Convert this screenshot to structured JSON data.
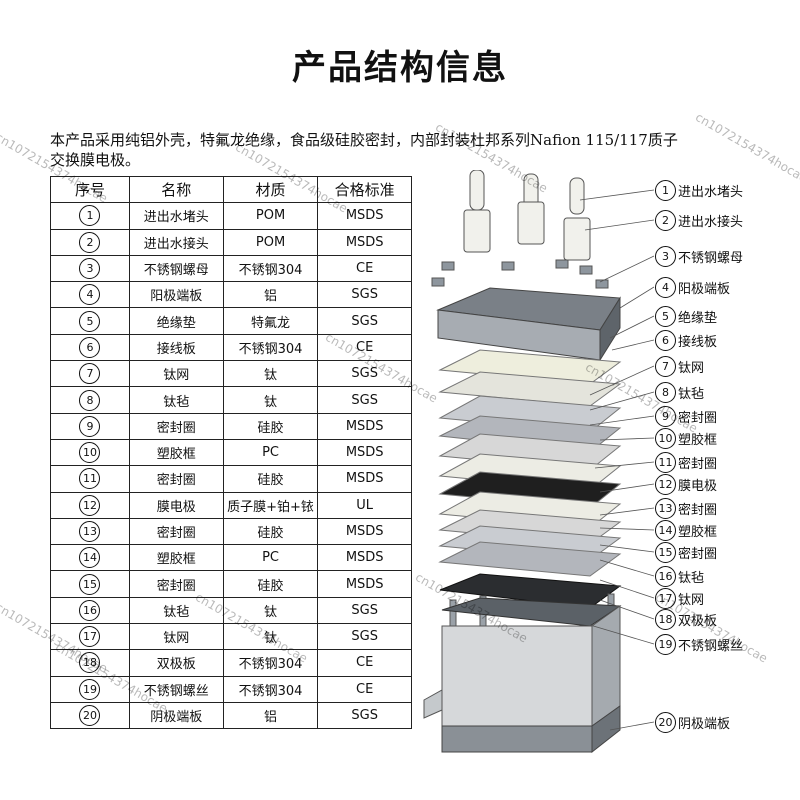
{
  "title": "产品结构信息",
  "description": "本产品采用纯铝外壳，特氟龙绝缘，食品级硅胶密封，内部封装杜邦系列Nafion 115/117质子交换膜电极。",
  "table": {
    "headers": [
      "序号",
      "名称",
      "材质",
      "合格标准"
    ],
    "rows": [
      {
        "no": "1",
        "name": "进出水堵头",
        "material": "POM",
        "standard": "MSDS"
      },
      {
        "no": "2",
        "name": "进出水接头",
        "material": "POM",
        "standard": "MSDS"
      },
      {
        "no": "3",
        "name": "不锈钢螺母",
        "material": "不锈钢304",
        "standard": "CE"
      },
      {
        "no": "4",
        "name": "阳极端板",
        "material": "铝",
        "standard": "SGS"
      },
      {
        "no": "5",
        "name": "绝缘垫",
        "material": "特氟龙",
        "standard": "SGS"
      },
      {
        "no": "6",
        "name": "接线板",
        "material": "不锈钢304",
        "standard": "CE"
      },
      {
        "no": "7",
        "name": "钛网",
        "material": "钛",
        "standard": "SGS"
      },
      {
        "no": "8",
        "name": "钛毡",
        "material": "钛",
        "standard": "SGS"
      },
      {
        "no": "9",
        "name": "密封圈",
        "material": "硅胶",
        "standard": "MSDS"
      },
      {
        "no": "10",
        "name": "塑胶框",
        "material": "PC",
        "standard": "MSDS"
      },
      {
        "no": "11",
        "name": "密封圈",
        "material": "硅胶",
        "standard": "MSDS"
      },
      {
        "no": "12",
        "name": "膜电极",
        "material": "质子膜+铂+铱",
        "standard": "UL"
      },
      {
        "no": "13",
        "name": "密封圈",
        "material": "硅胶",
        "standard": "MSDS"
      },
      {
        "no": "14",
        "name": "塑胶框",
        "material": "PC",
        "standard": "MSDS"
      },
      {
        "no": "15",
        "name": "密封圈",
        "material": "硅胶",
        "standard": "MSDS"
      },
      {
        "no": "16",
        "name": "钛毡",
        "material": "钛",
        "standard": "SGS"
      },
      {
        "no": "17",
        "name": "钛网",
        "material": "钛",
        "standard": "SGS"
      },
      {
        "no": "18",
        "name": "双极板",
        "material": "不锈钢304",
        "standard": "CE"
      },
      {
        "no": "19",
        "name": "不锈钢螺丝",
        "material": "不锈钢304",
        "standard": "CE"
      },
      {
        "no": "20",
        "name": "阴极端板",
        "material": "铝",
        "standard": "SGS"
      }
    ]
  },
  "callouts": [
    {
      "no": "1",
      "label": "进出水堵头"
    },
    {
      "no": "2",
      "label": "进出水接头"
    },
    {
      "no": "3",
      "label": "不锈钢螺母"
    },
    {
      "no": "4",
      "label": "阳极端板"
    },
    {
      "no": "5",
      "label": "绝缘垫"
    },
    {
      "no": "6",
      "label": "接线板"
    },
    {
      "no": "7",
      "label": "钛网"
    },
    {
      "no": "8",
      "label": "钛毡"
    },
    {
      "no": "9",
      "label": "密封圈"
    },
    {
      "no": "10",
      "label": "塑胶框"
    },
    {
      "no": "11",
      "label": "密封圈"
    },
    {
      "no": "12",
      "label": "膜电极"
    },
    {
      "no": "13",
      "label": "密封圈"
    },
    {
      "no": "14",
      "label": "塑胶框"
    },
    {
      "no": "15",
      "label": "密封圈"
    },
    {
      "no": "16",
      "label": "钛毡"
    },
    {
      "no": "17",
      "label": "钛网"
    },
    {
      "no": "18",
      "label": "双极板"
    },
    {
      "no": "19",
      "label": "不锈钢螺丝"
    },
    {
      "no": "20",
      "label": "阴极端板"
    }
  ],
  "watermark": "cn1072154374hocae"
}
